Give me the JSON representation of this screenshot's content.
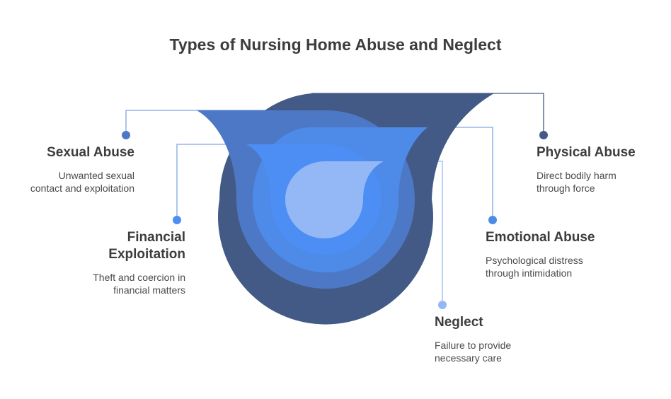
{
  "title": "Types of Nursing Home Abuse and Neglect",
  "colors": {
    "physical": "#425a85",
    "sexual": "#4d78c6",
    "emotional": "#4e8be8",
    "financial": "#4d8ef5",
    "neglect": "#94b8f6",
    "connector_physical": "#425a85",
    "connector_light": "#7fa6e0"
  },
  "items": {
    "sexual": {
      "title": "Sexual Abuse",
      "desc_line1": "Unwanted sexual",
      "desc_line2": "contact and exploitation"
    },
    "financial": {
      "title_line1": "Financial",
      "title_line2": "Exploitation",
      "desc_line1": "Theft and coercion in",
      "desc_line2": "financial matters"
    },
    "physical": {
      "title": "Physical Abuse",
      "desc_line1": "Direct bodily harm",
      "desc_line2": "through force"
    },
    "emotional": {
      "title": "Emotional Abuse",
      "desc_line1": "Psychological distress",
      "desc_line2": "through intimidation"
    },
    "neglect": {
      "title": "Neglect",
      "desc_line1": "Failure to provide",
      "desc_line2": "necessary care"
    }
  }
}
